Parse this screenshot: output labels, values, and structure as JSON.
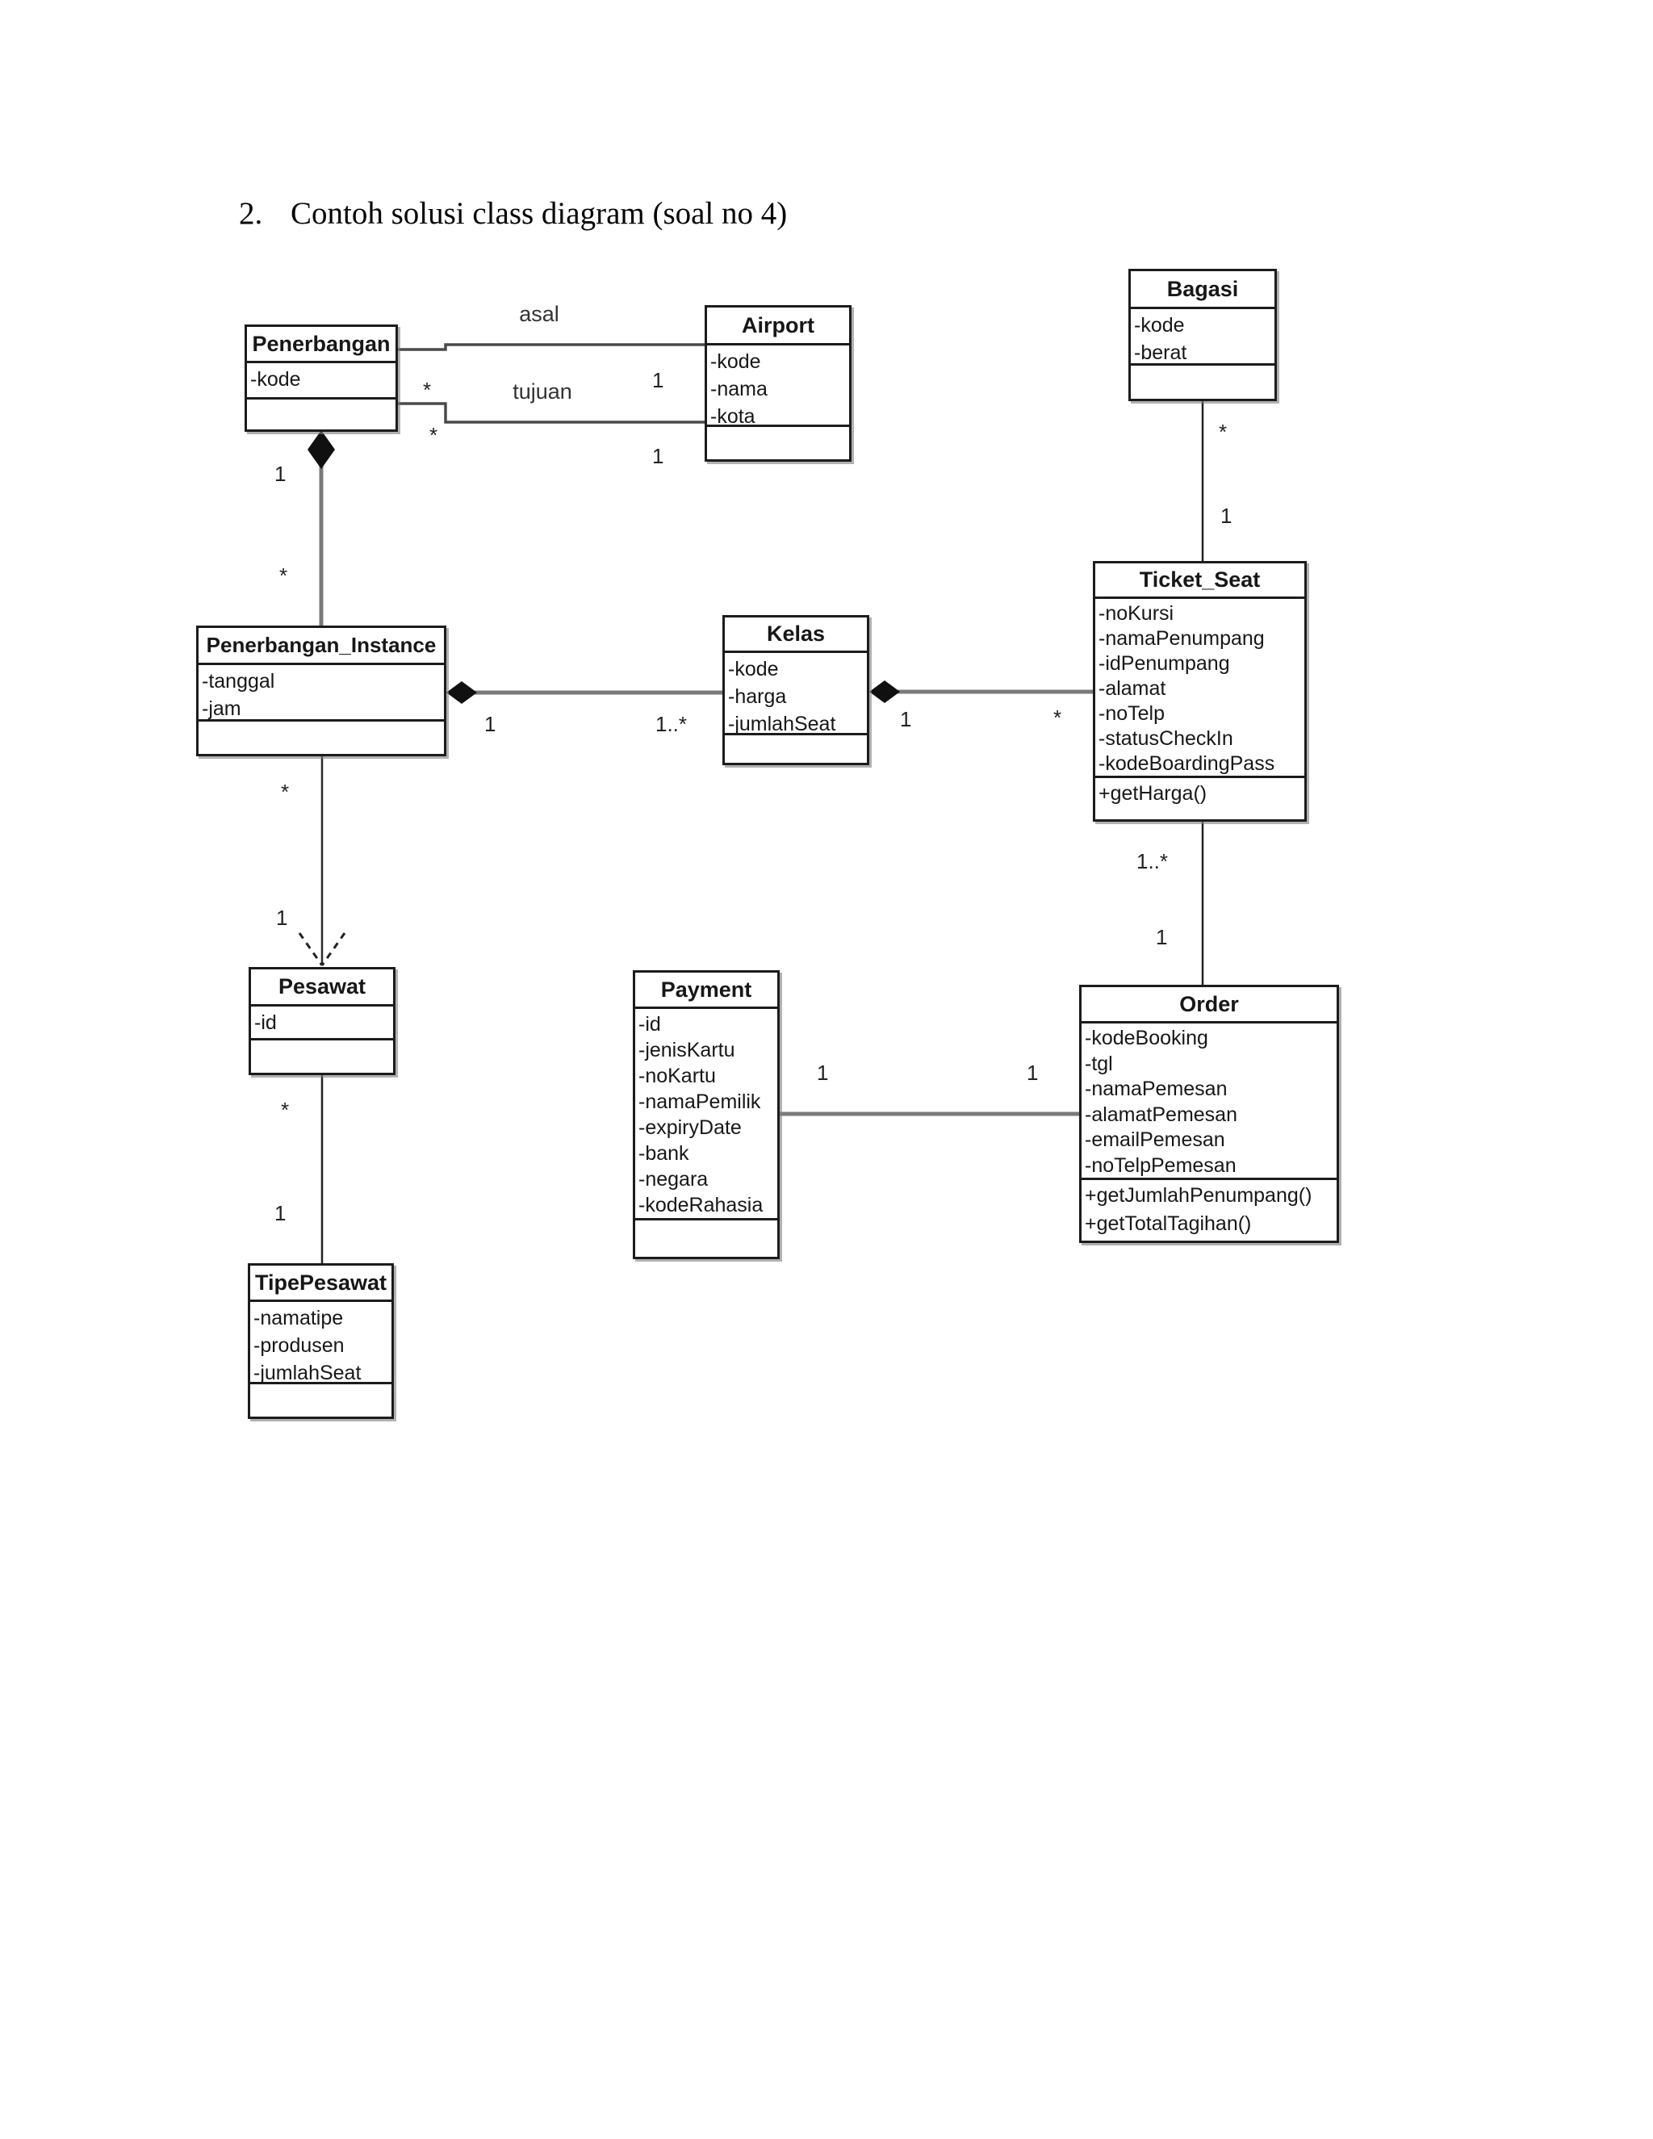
{
  "page": {
    "title_number": "2.",
    "title_text": "Contoh solusi class diagram (soal no 4)"
  },
  "diagram": {
    "classes": {
      "penerbangan": {
        "name": "Penerbangan",
        "attributes": [
          "-kode"
        ],
        "operations": []
      },
      "airport": {
        "name": "Airport",
        "attributes": [
          "-kode",
          "-nama",
          "-kota"
        ],
        "operations": []
      },
      "bagasi": {
        "name": "Bagasi",
        "attributes": [
          "-kode",
          "-berat"
        ],
        "operations": []
      },
      "penerbangan_instance": {
        "name": "Penerbangan_Instance",
        "attributes": [
          "-tanggal",
          "-jam"
        ],
        "operations": []
      },
      "kelas": {
        "name": "Kelas",
        "attributes": [
          "-kode",
          "-harga",
          "-jumlahSeat"
        ],
        "operations": []
      },
      "ticket_seat": {
        "name": "Ticket_Seat",
        "attributes": [
          "-noKursi",
          "-namaPenumpang",
          "-idPenumpang",
          "-alamat",
          "-noTelp",
          "-statusCheckIn",
          "-kodeBoardingPass"
        ],
        "operations": [
          "+getHarga()"
        ]
      },
      "pesawat": {
        "name": "Pesawat",
        "attributes": [
          "-id"
        ],
        "operations": []
      },
      "payment": {
        "name": "Payment",
        "attributes": [
          "-id",
          "-jenisKartu",
          "-noKartu",
          "-namaPemilik",
          "-expiryDate",
          "-bank",
          "-negara",
          "-kodeRahasia"
        ],
        "operations": []
      },
      "order": {
        "name": "Order",
        "attributes": [
          "-kodeBooking",
          "-tgl",
          "-namaPemesan",
          "-alamatPemesan",
          "-emailPemesan",
          "-noTelpPemesan"
        ],
        "operations": [
          "+getJumlahPenumpang()",
          "+getTotalTagihan()"
        ]
      },
      "tipe_pesawat": {
        "name": "TipePesawat",
        "attributes": [
          "-namatipe",
          "-produsen",
          "-jumlahSeat"
        ],
        "operations": []
      }
    },
    "relationships": [
      {
        "type": "association",
        "label": "asal",
        "from": "Penerbangan",
        "from_mult": "*",
        "to": "Airport",
        "to_mult": "1"
      },
      {
        "type": "association",
        "label": "tujuan",
        "from": "Penerbangan",
        "from_mult": "*",
        "to": "Airport",
        "to_mult": "1"
      },
      {
        "type": "composition",
        "from": "Penerbangan",
        "from_mult": "1",
        "to": "Penerbangan_Instance",
        "to_mult": "*"
      },
      {
        "type": "composition",
        "from": "Penerbangan_Instance",
        "from_mult": "1",
        "to": "Kelas",
        "to_mult": "1..*"
      },
      {
        "type": "composition",
        "from": "Kelas",
        "from_mult": "1",
        "to": "Ticket_Seat",
        "to_mult": "*"
      },
      {
        "type": "association",
        "from": "Bagasi",
        "from_mult": "*",
        "to": "Ticket_Seat",
        "to_mult": "1"
      },
      {
        "type": "dependency",
        "from": "Penerbangan_Instance",
        "from_mult": "*",
        "to": "Pesawat",
        "to_mult": "1"
      },
      {
        "type": "association",
        "from": "Pesawat",
        "from_mult": "*",
        "to": "TipePesawat",
        "to_mult": "1"
      },
      {
        "type": "association",
        "from": "Ticket_Seat",
        "from_mult": "1..*",
        "to": "Order",
        "to_mult": "1"
      },
      {
        "type": "association",
        "from": "Payment",
        "from_mult": "1",
        "to": "Order",
        "to_mult": "1"
      }
    ]
  }
}
